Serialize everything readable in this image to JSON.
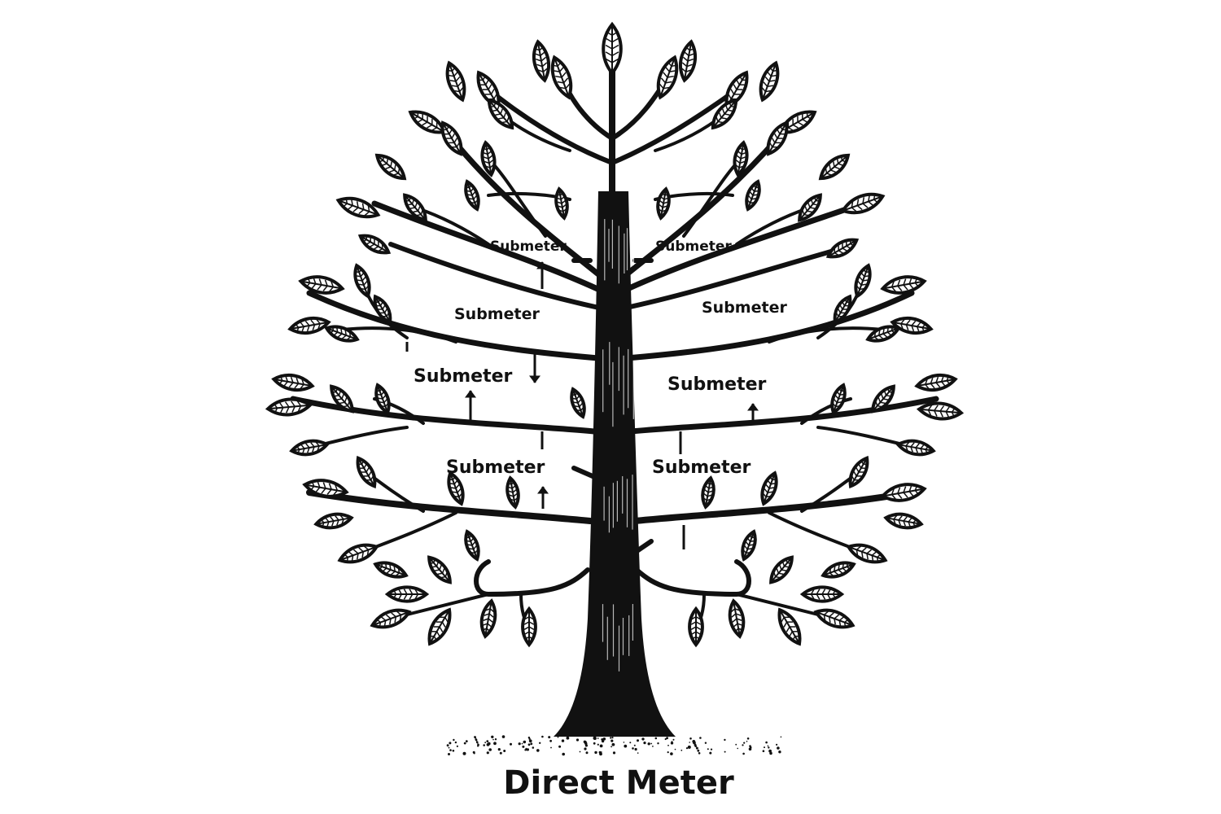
{
  "diagram": {
    "root_label": "Direct Meter",
    "submeters": [
      "Submeter",
      "Submeter",
      "Submeter",
      "Submeter",
      "Submeter",
      "Submeter",
      "Submeter",
      "Submeter"
    ]
  },
  "colors": {
    "ink": "#111111",
    "background": "#ffffff"
  }
}
